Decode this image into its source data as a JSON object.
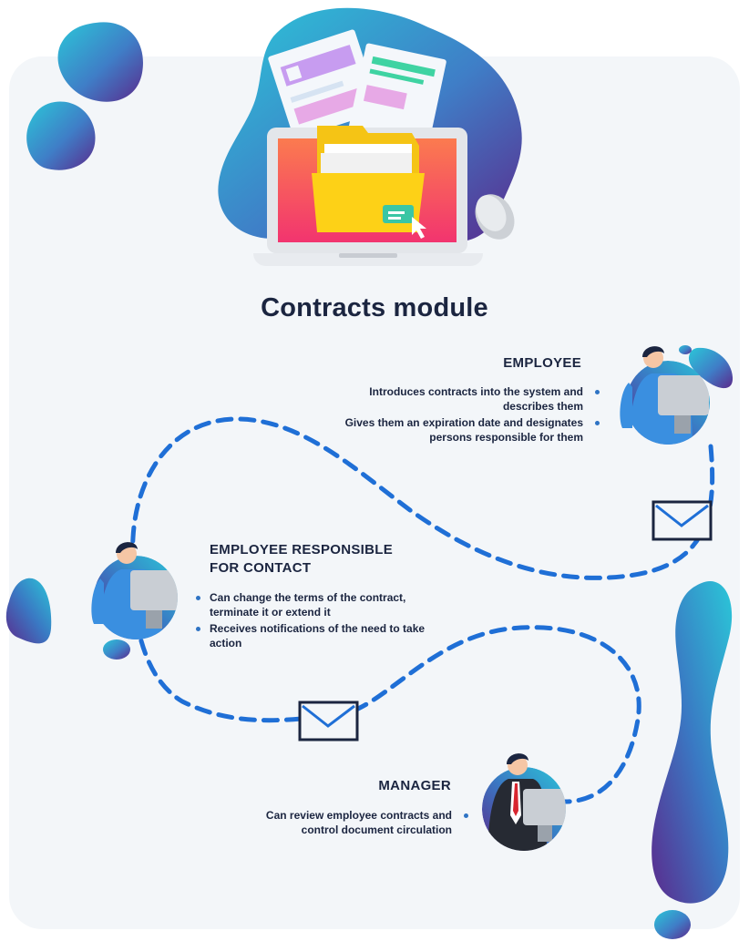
{
  "title": "Contracts module",
  "roles": {
    "employee": {
      "name": "EMPLOYEE",
      "items": [
        "Introduces contracts into the system and describes them",
        "Gives them an expiration date and designates persons responsible for them"
      ]
    },
    "responsible": {
      "name_line1": "EMPLOYEE RESPONSIBLE",
      "name_line2": "FOR CONTACT",
      "items": [
        "Can change the terms of the contract, terminate it or extend it",
        "Receives notifications of the need to take action"
      ]
    },
    "manager": {
      "name": "MANAGER",
      "items": [
        "Can review employee contracts and control document circulation"
      ]
    }
  },
  "icons": [
    "laptop-folder-illustration",
    "employee-avatar-icon",
    "responsible-avatar-icon",
    "manager-avatar-icon",
    "envelope-icon"
  ],
  "colors": {
    "primary_dark": "#1b2540",
    "accent_blue": "#1f6fd6",
    "blob_start": "#27c0d6",
    "blob_end": "#5a2f8f"
  }
}
